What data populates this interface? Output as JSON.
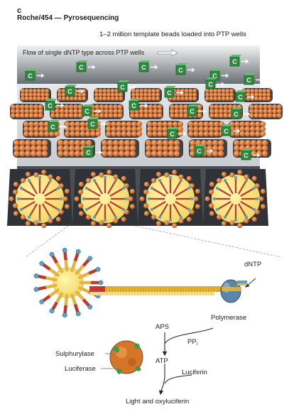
{
  "header": {
    "panel_letter": "c",
    "title": "Roche/454 — Pyrosequencing",
    "note": "1–2 million template beads loaded into PTP wells"
  },
  "flow_label": "Flow of single dNTP type across PTP wells",
  "nucleotide_letter": "C",
  "labels": {
    "dntp": "dNTP",
    "polymerase": "Polymerase",
    "aps": "APS",
    "ppi": "PP",
    "ppi_sub": "i",
    "sulphurylase": "Sulphurylase",
    "luciferase": "Luciferase",
    "atp": "ATP",
    "luciferin": "Luciferin",
    "light": "Light and oxyluciferin"
  },
  "colors": {
    "nucleotide_green": "#2e8b3e",
    "bead_orange": "#e07a2e",
    "plate_gray": "#9aa0a6",
    "dna_red": "#c0392b",
    "dna_gold": "#e8b53a",
    "polymerase_blue": "#5b86a8"
  }
}
